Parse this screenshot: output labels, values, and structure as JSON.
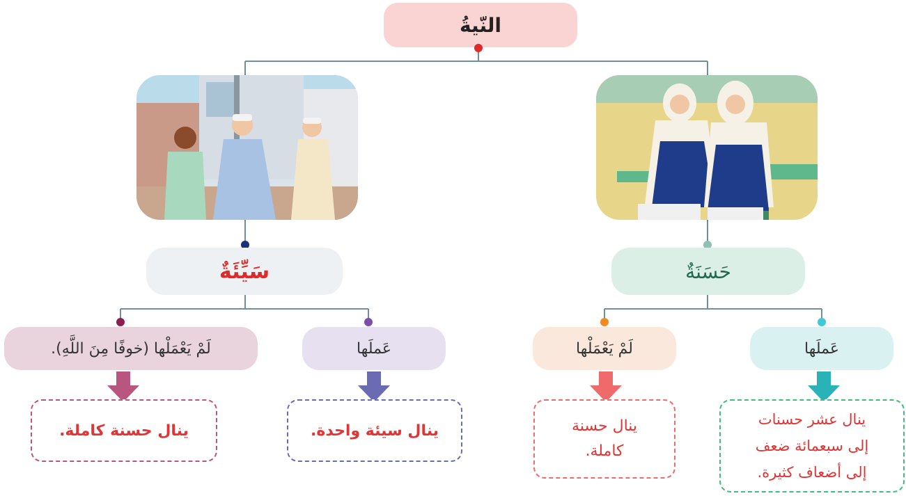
{
  "title": "النّيةُ",
  "branches": {
    "bad": {
      "label": "سَيِّئَةٌ",
      "left_action": "لَمْ يَعْمَلْها (خوفًا مِنَ اللَّهِ).",
      "right_action": "عَملَها",
      "left_result": "ينال حسنة كاملة.",
      "right_result": "ينال سيئة واحدة."
    },
    "good": {
      "label": "حَسَنَةٌ",
      "left_action": "لَمْ يَعْمَلْها",
      "right_action": "عَملَها",
      "left_result_line1": "ينال حسنة",
      "left_result_line2": "كاملة.",
      "right_result_line1": "ينال عشر حسنات",
      "right_result_line2": "إلى سبعمائة ضعف",
      "right_result_line3": "إلى أضعاف كثيرة."
    }
  },
  "colors": {
    "title_bg": "#f9d4d2",
    "connector": "#6f8fa0",
    "bad_label_bg": "#eef1f4",
    "bad_label_text": "#e02a2a",
    "good_label_bg": "#dcefe6",
    "good_label_text": "#1f6a4c",
    "pink_pill": "#e9d3dc",
    "lavender_pill": "#e6e0f0",
    "peach_pill": "#fbe8dc",
    "aqua_pill": "#d9f1f1",
    "result_text": "#e23434"
  }
}
